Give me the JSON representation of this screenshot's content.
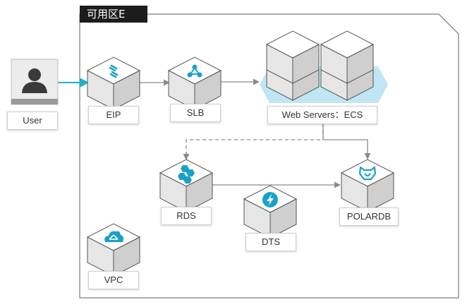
{
  "zone": {
    "title": "可用区E"
  },
  "nodes": {
    "user": {
      "label": "User",
      "icon": "user-icon"
    },
    "eip": {
      "label": "EIP",
      "icon": "eip-link-icon"
    },
    "slb": {
      "label": "SLB",
      "icon": "slb-network-icon"
    },
    "web": {
      "label": "Web Servers：ECS",
      "icon": "ecs-cube-icon"
    },
    "rds": {
      "label": "RDS",
      "icon": "rds-hexagon-icon"
    },
    "dts": {
      "label": "DTS",
      "icon": "dts-bolt-icon"
    },
    "polardb": {
      "label": "POLARDB",
      "icon": "polardb-bear-icon"
    },
    "vpc": {
      "label": "VPC",
      "icon": "vpc-cloud-icon"
    }
  },
  "colors": {
    "accent": "#1aa1c9",
    "link": "#1bb0c9",
    "connector": "#8a8a8a",
    "zone_border": "#7a7a7a",
    "highlight": "#bfe6f2"
  }
}
